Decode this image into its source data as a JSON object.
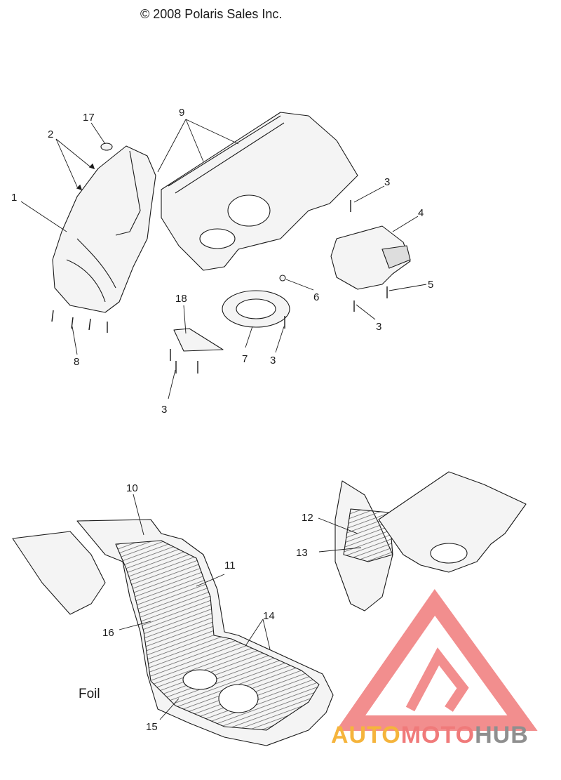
{
  "header": {
    "copyright": "© 2008 Polaris Sales Inc."
  },
  "callouts": {
    "c1": "1",
    "c2": "2",
    "c3a": "3",
    "c3b": "3",
    "c3c": "3",
    "c3d": "3",
    "c4": "4",
    "c5": "5",
    "c6": "6",
    "c7": "7",
    "c8": "8",
    "c9": "9",
    "c10": "10",
    "c11": "11",
    "c12": "12",
    "c13": "13",
    "c14": "14",
    "c15": "15",
    "c16": "16",
    "c17": "17",
    "c18": "18"
  },
  "labels": {
    "foil": "Foil"
  },
  "watermark": {
    "part1": "AUTO",
    "part2": "MOTO",
    "part3": "HUB"
  },
  "colors": {
    "line": "#1a1a1a",
    "fill": "#f2f2f2",
    "hatch": "#555555",
    "watermark_orange": "#f5b43c",
    "watermark_red": "#f07a7a",
    "watermark_gray": "#8f8f8f"
  }
}
